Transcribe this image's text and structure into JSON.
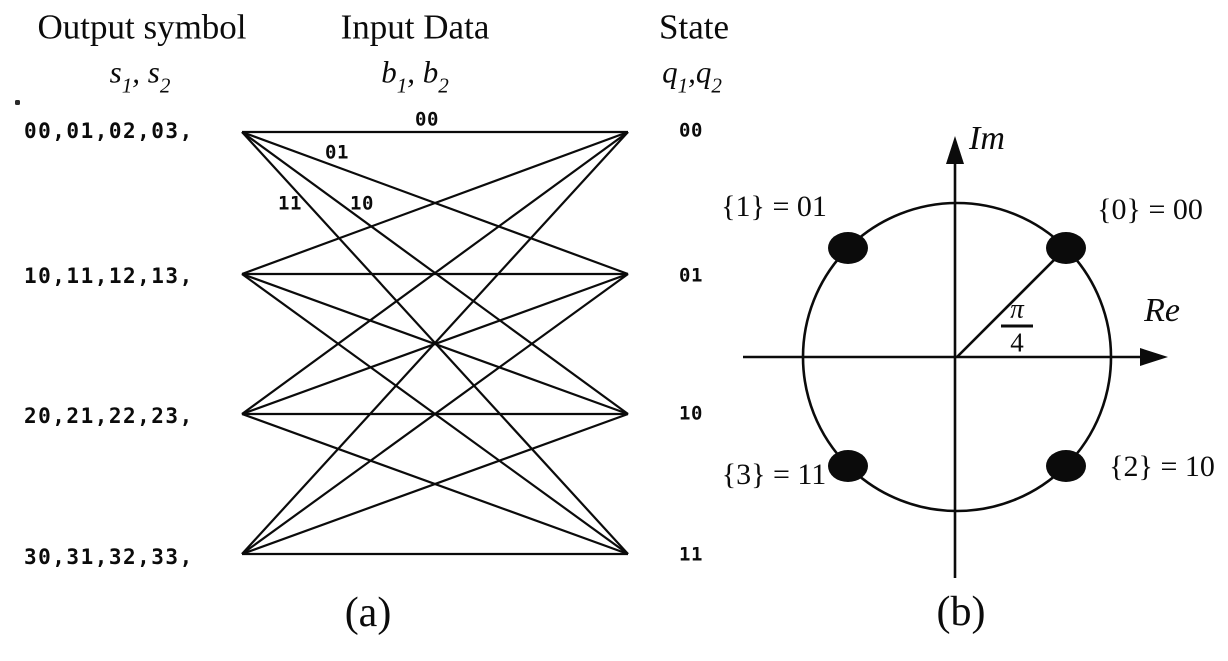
{
  "colors": {
    "ink": "#0b0b0b",
    "background": "#ffffff"
  },
  "panel_a": {
    "caption": "(a)",
    "headers": [
      {
        "title": "Output symbol",
        "sub": [
          {
            "t": "s",
            "s": "1"
          },
          {
            "t": ", s",
            "s": "2"
          }
        ]
      },
      {
        "title": "Input Data",
        "sub": [
          {
            "t": "b",
            "s": "1"
          },
          {
            "t": ", b",
            "s": "2"
          }
        ]
      },
      {
        "title": "State",
        "sub": [
          {
            "t": "q",
            "s": "1"
          },
          {
            "t": ",q",
            "s": "2"
          }
        ]
      }
    ],
    "output_rows": [
      "00,01,02,03,",
      "10,11,12,13,",
      "20,21,22,23,",
      "30,31,32,33,"
    ],
    "branch_labels": [
      {
        "text": "00"
      },
      {
        "text": "01"
      },
      {
        "text": "11"
      },
      {
        "text": "10"
      }
    ],
    "states": [
      "00",
      "01",
      "10",
      "11"
    ]
  },
  "panel_b": {
    "caption": "(b)",
    "im_label": "Im",
    "re_label": "Re",
    "angle": {
      "numerator": "π",
      "denominator": "4"
    },
    "points": [
      {
        "label": "{1} = 01",
        "position": "top-left"
      },
      {
        "label": "{0} = 00",
        "position": "top-right"
      },
      {
        "label": "{3} = 11",
        "position": "bottom-left"
      },
      {
        "label": "{2} = 10",
        "position": "bottom-right"
      }
    ]
  }
}
